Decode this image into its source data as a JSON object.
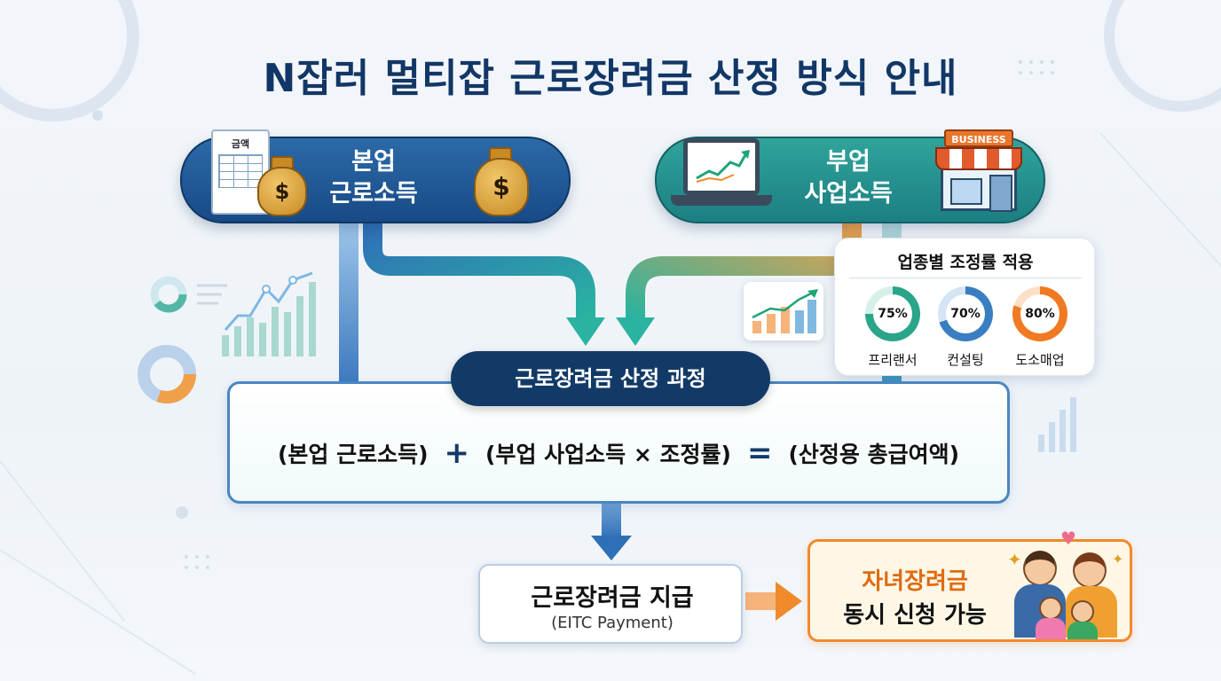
{
  "title": "N잡러 멀티잡 근로장려금 산정 방식 안내",
  "main_job": {
    "line1": "본업",
    "line2": "근로소득",
    "doc_label": "금액",
    "icon": "money-bag-icon"
  },
  "side_job": {
    "line1": "부업",
    "line2": "사업소득",
    "sign": "BUSINESS",
    "icon": "laptop-chart-icon"
  },
  "adjust": {
    "title": "업종별 조정률 적용",
    "items": [
      {
        "label": "프리랜서",
        "percent": "75%",
        "value": 75,
        "color": "#2aa58a"
      },
      {
        "label": "컨설팅",
        "percent": "70%",
        "value": 70,
        "color": "#3a7ec2"
      },
      {
        "label": "도소매업",
        "percent": "80%",
        "value": 80,
        "color": "#f07a22"
      }
    ]
  },
  "process": {
    "title": "근로장려금 산정 과정",
    "term1": "(본업 근로소득)",
    "plus": "+",
    "term2": "(부업 사업소득 × 조정률)",
    "equals": "=",
    "result": "(산정용 총급여액)"
  },
  "payment": {
    "title": "근로장려금 지급",
    "subtitle": "(EITC Payment)"
  },
  "child": {
    "title": "자녀장려금",
    "subtitle": "동시 신청 가능"
  },
  "colors": {
    "navy": "#123a66",
    "teal": "#1c8a86",
    "orange": "#f08a2a",
    "blue": "#2f6fb8"
  }
}
